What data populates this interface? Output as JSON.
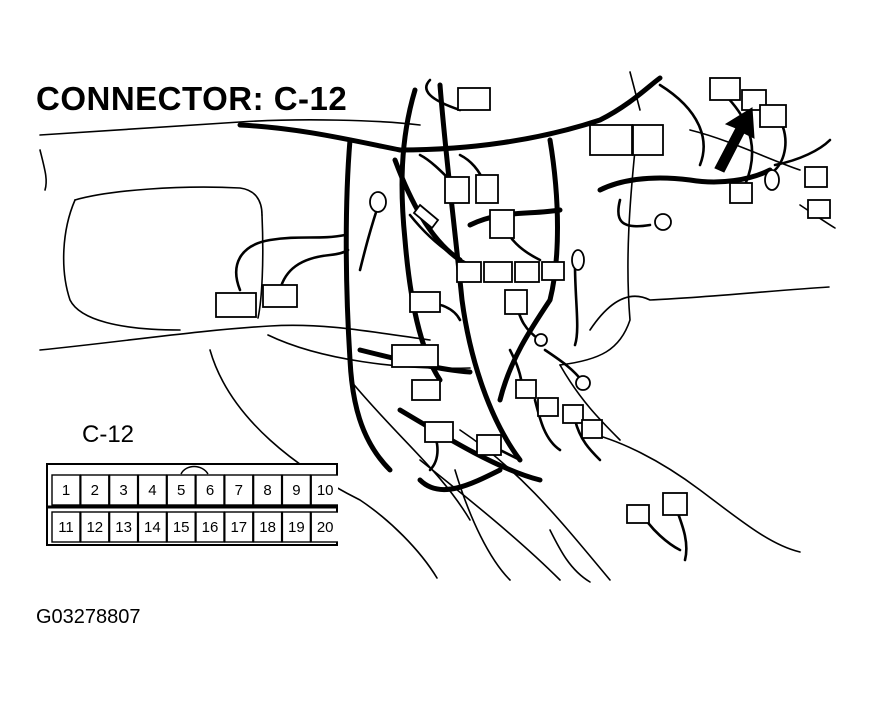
{
  "title": "CONNECTOR: C-12",
  "connector": {
    "label": "C-12",
    "pins_top": [
      "1",
      "2",
      "3",
      "4",
      "5",
      "6",
      "7",
      "8",
      "9",
      "10"
    ],
    "pins_bottom": [
      "11",
      "12",
      "13",
      "14",
      "15",
      "16",
      "17",
      "18",
      "19",
      "20"
    ]
  },
  "figure_id": "G03278807",
  "colors": {
    "line": "#000000",
    "background": "#ffffff"
  },
  "icons": [
    "locator-arrow-icon",
    "ground-terminal-icon",
    "connector-icon"
  ]
}
